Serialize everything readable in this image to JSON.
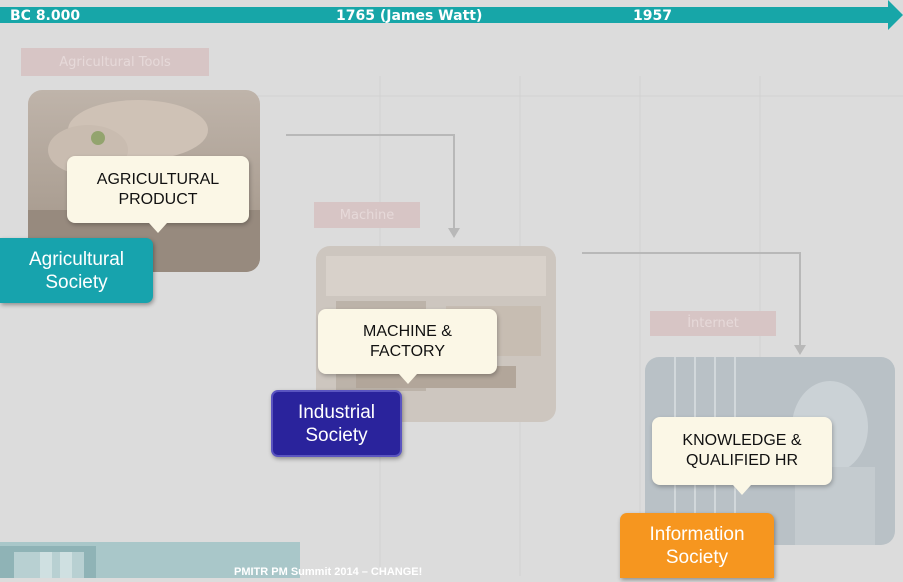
{
  "timeline": {
    "labels": [
      "BC  8.000",
      "1765 (James Watt)",
      "1957"
    ]
  },
  "tags": {
    "agricultural_tools": "Agricultural Tools",
    "machine": "Machine",
    "internet": "İnternet"
  },
  "callouts": {
    "agricultural_line1": "AGRICULTURAL",
    "agricultural_line2": "PRODUCT",
    "machine_line1": "MACHINE &",
    "machine_line2": "FACTORY",
    "knowledge_line1": "KNOWLEDGE &",
    "knowledge_line2": "QUALIFIED HR"
  },
  "societies": {
    "agricultural_line1": "Agricultural",
    "agricultural_line2": "Society",
    "industrial_line1": "Industrial",
    "industrial_line2": "Society",
    "information_line1": "Information",
    "information_line2": "Society"
  },
  "footer": {
    "text": "PMITR PM Summit 2014 – CHANGE!"
  },
  "colors": {
    "timeline": "#17a6a8",
    "agricultural": "#17a3ad",
    "industrial": "#2a239c",
    "information": "#f6961f"
  }
}
